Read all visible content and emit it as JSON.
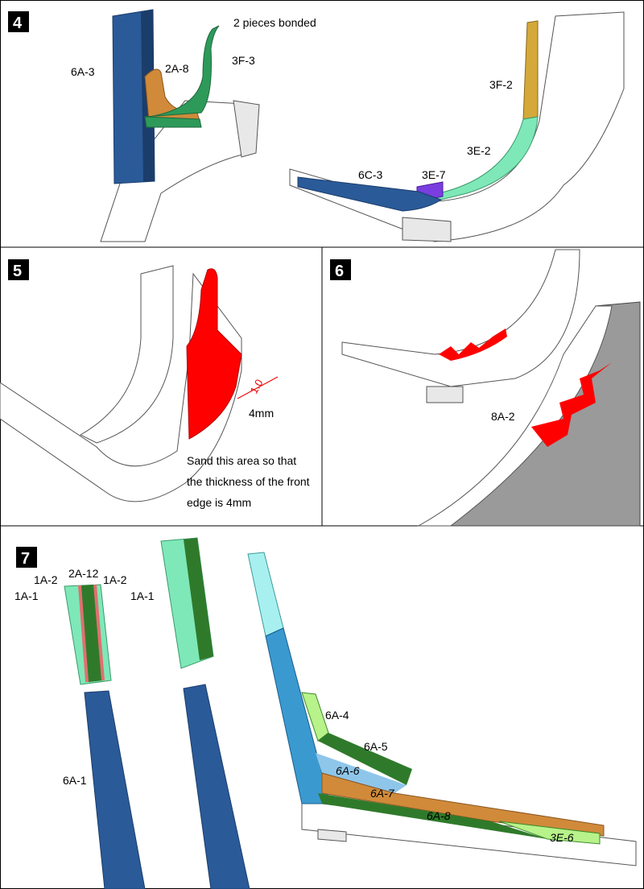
{
  "steps": [
    {
      "number": "4",
      "labels": {
        "part_6A3": "6A-3",
        "part_2A8": "2A-8",
        "part_3F3": "3F-3",
        "note": "2 pieces bonded",
        "part_3F2": "3F-2",
        "part_3E2": "3E-2",
        "part_6C3": "6C-3",
        "part_3E7": "3E-7"
      }
    },
    {
      "number": "5",
      "labels": {
        "dimension": "1.0",
        "thickness": "4mm",
        "note_line1": "Sand this area so that",
        "note_line2": "the thickness of the front",
        "note_line3": "edge is 4mm"
      }
    },
    {
      "number": "6",
      "labels": {
        "part_8A2": "8A-2"
      }
    },
    {
      "number": "7",
      "labels": {
        "part_1A1_left": "1A-1",
        "part_1A2_left": "1A-2",
        "part_2A12": "2A-12",
        "part_1A2_right": "1A-2",
        "part_1A1_right": "1A-1",
        "part_6A1": "6A-1",
        "part_6A4": "6A-4",
        "part_6A5": "6A-5",
        "part_6A6": "6A-6",
        "part_6A7": "6A-7",
        "part_6A8": "6A-8",
        "part_3E6": "3E-6"
      }
    }
  ],
  "colors": {
    "blue": "#2a5a98",
    "orange": "#d08a3a",
    "green": "#2e9a5a",
    "mint": "#7fe8b8",
    "gold": "#d4a93a",
    "purple": "#7a3ee0",
    "red": "#ff0000",
    "darkgreen": "#2f7a2a",
    "lightblue": "#8ec6ea",
    "lightgreen": "#b8f28a",
    "salmon": "#e07070"
  }
}
